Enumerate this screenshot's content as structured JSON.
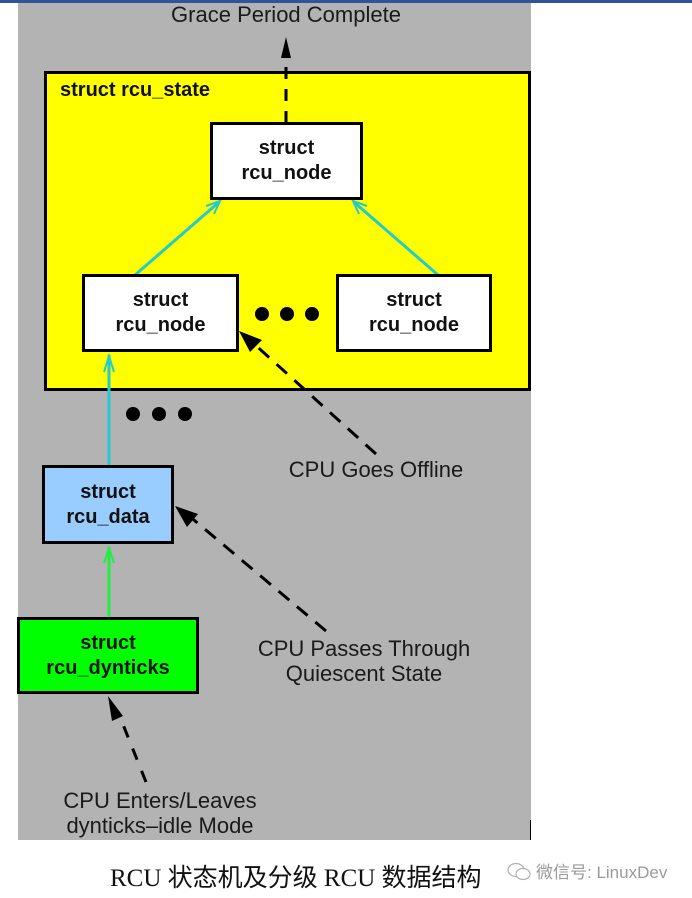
{
  "diagram": {
    "top_label": "Grace Period Complete",
    "state": {
      "label": "struct rcu_state",
      "color": "#ffff00"
    },
    "nodes": {
      "root": {
        "line1": "struct",
        "line2": "rcu_node"
      },
      "left": {
        "line1": "struct",
        "line2": "rcu_node"
      },
      "right": {
        "line1": "struct",
        "line2": "rcu_node"
      }
    },
    "ellipsis": "• • •",
    "data": {
      "line1": "struct",
      "line2": "rcu_data",
      "color": "#99ccff"
    },
    "dynticks": {
      "line1": "struct",
      "line2": "rcu_dynticks",
      "color": "#00ff00"
    },
    "events": {
      "offline": "CPU Goes Offline",
      "quiescent_line1": "CPU Passes Through",
      "quiescent_line2": "Quiescent State",
      "idle_line1": "CPU Enters/Leaves",
      "idle_line2": "dynticks–idle Mode"
    },
    "colors": {
      "background": "#b3b3b3",
      "tree_edge": "#22cccc",
      "dyn_edge": "#22ee44",
      "header_bar": "#2f5597"
    }
  },
  "caption": {
    "text": "RCU 状态机及分级 RCU 数据结构",
    "watermark": "微信号: LinuxDev",
    "watermark_icon": "wechat-icon"
  }
}
